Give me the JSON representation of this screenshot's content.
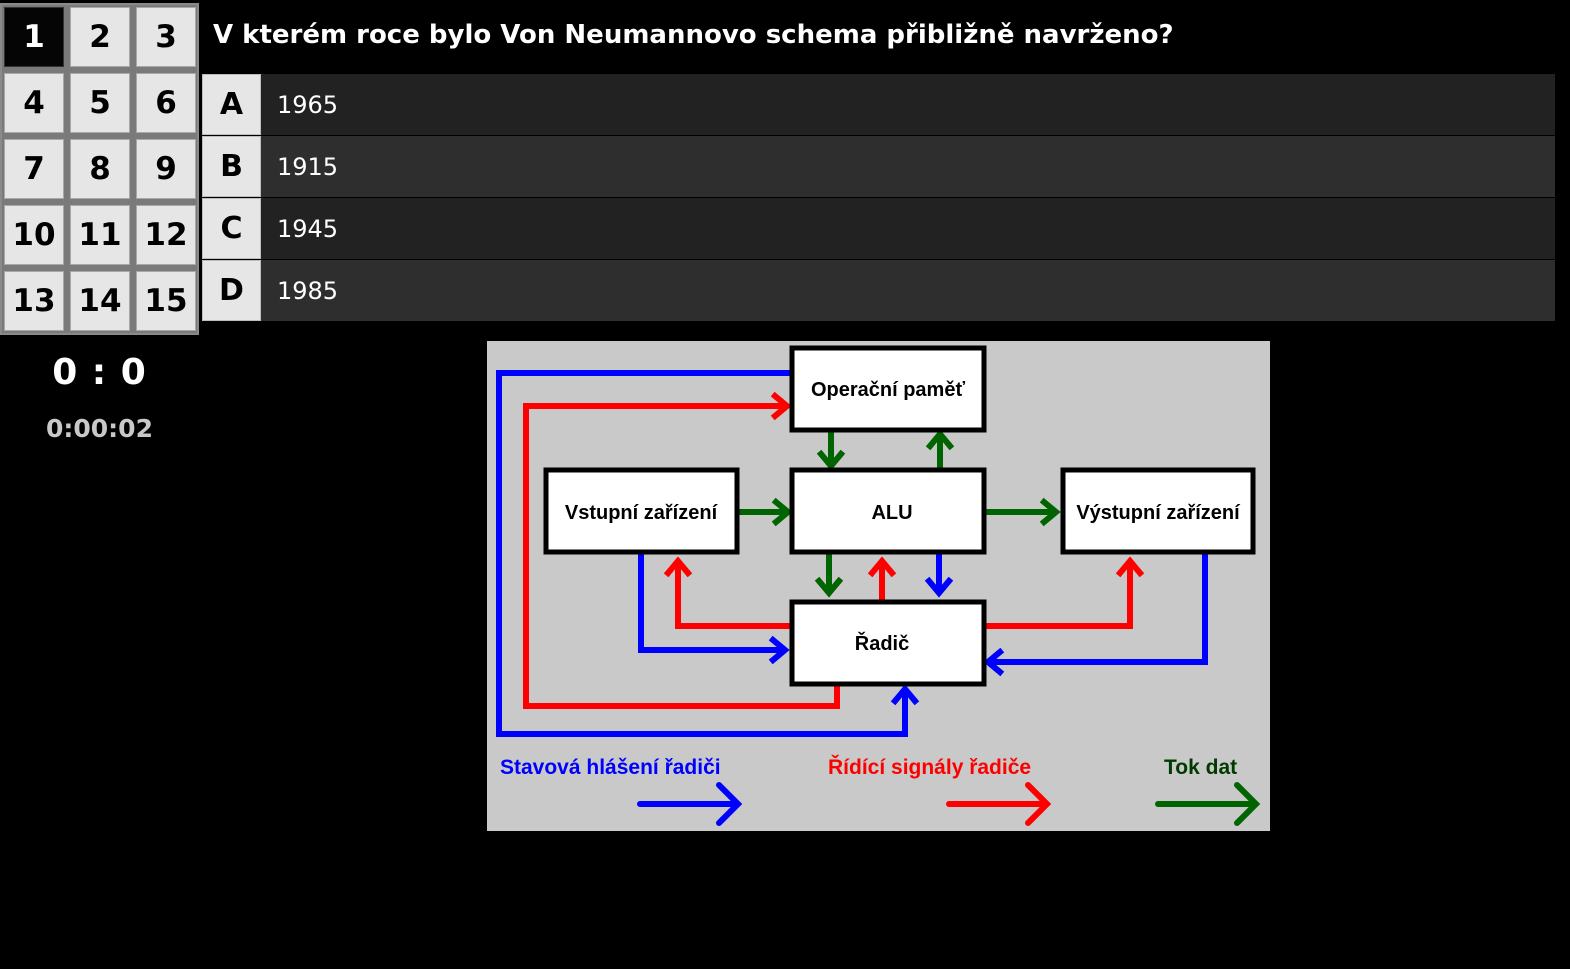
{
  "question_nav": {
    "items": [
      "1",
      "2",
      "3",
      "4",
      "5",
      "6",
      "7",
      "8",
      "9",
      "10",
      "11",
      "12",
      "13",
      "14",
      "15"
    ],
    "active": "1"
  },
  "score": "0 : 0",
  "timer": "0:00:02",
  "question": {
    "text": "V kterém roce bylo Von Neumannovo schema přibližně navrženo?",
    "answers": [
      {
        "letter": "A",
        "text": "1965"
      },
      {
        "letter": "B",
        "text": "1915"
      },
      {
        "letter": "C",
        "text": "1945"
      },
      {
        "letter": "D",
        "text": "1985"
      }
    ]
  },
  "diagram": {
    "boxes": {
      "memory": "Operační paměť",
      "input": "Vstupní zařízení",
      "alu": "ALU",
      "output": "Výstupní zařízení",
      "controller": "Řadič"
    },
    "legend": {
      "status": "Stavová hlášení řadiči",
      "control": "Řídící signály řadiče",
      "data": "Tok dat"
    },
    "colors": {
      "status": "#0000ff",
      "control": "#ff0000",
      "data": "#006400",
      "background": "#c8c9c8",
      "answer_row_dark": "#222222",
      "answer_row_light": "#2e2e2e"
    }
  }
}
